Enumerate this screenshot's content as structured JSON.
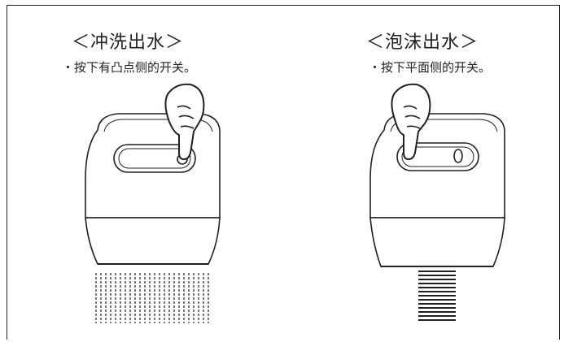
{
  "left": {
    "title": "＜冲洗出水＞",
    "instruction": "・按下有凸点侧的开关。"
  },
  "right": {
    "title": "＜泡沫出水＞",
    "instruction": "・按下平面侧的开关。"
  },
  "colors": {
    "line": "#231f20",
    "background": "#ffffff"
  },
  "icons": [
    "hand-pointer-icon",
    "shower-head-icon",
    "water-spray-icon",
    "foam-stream-icon"
  ]
}
